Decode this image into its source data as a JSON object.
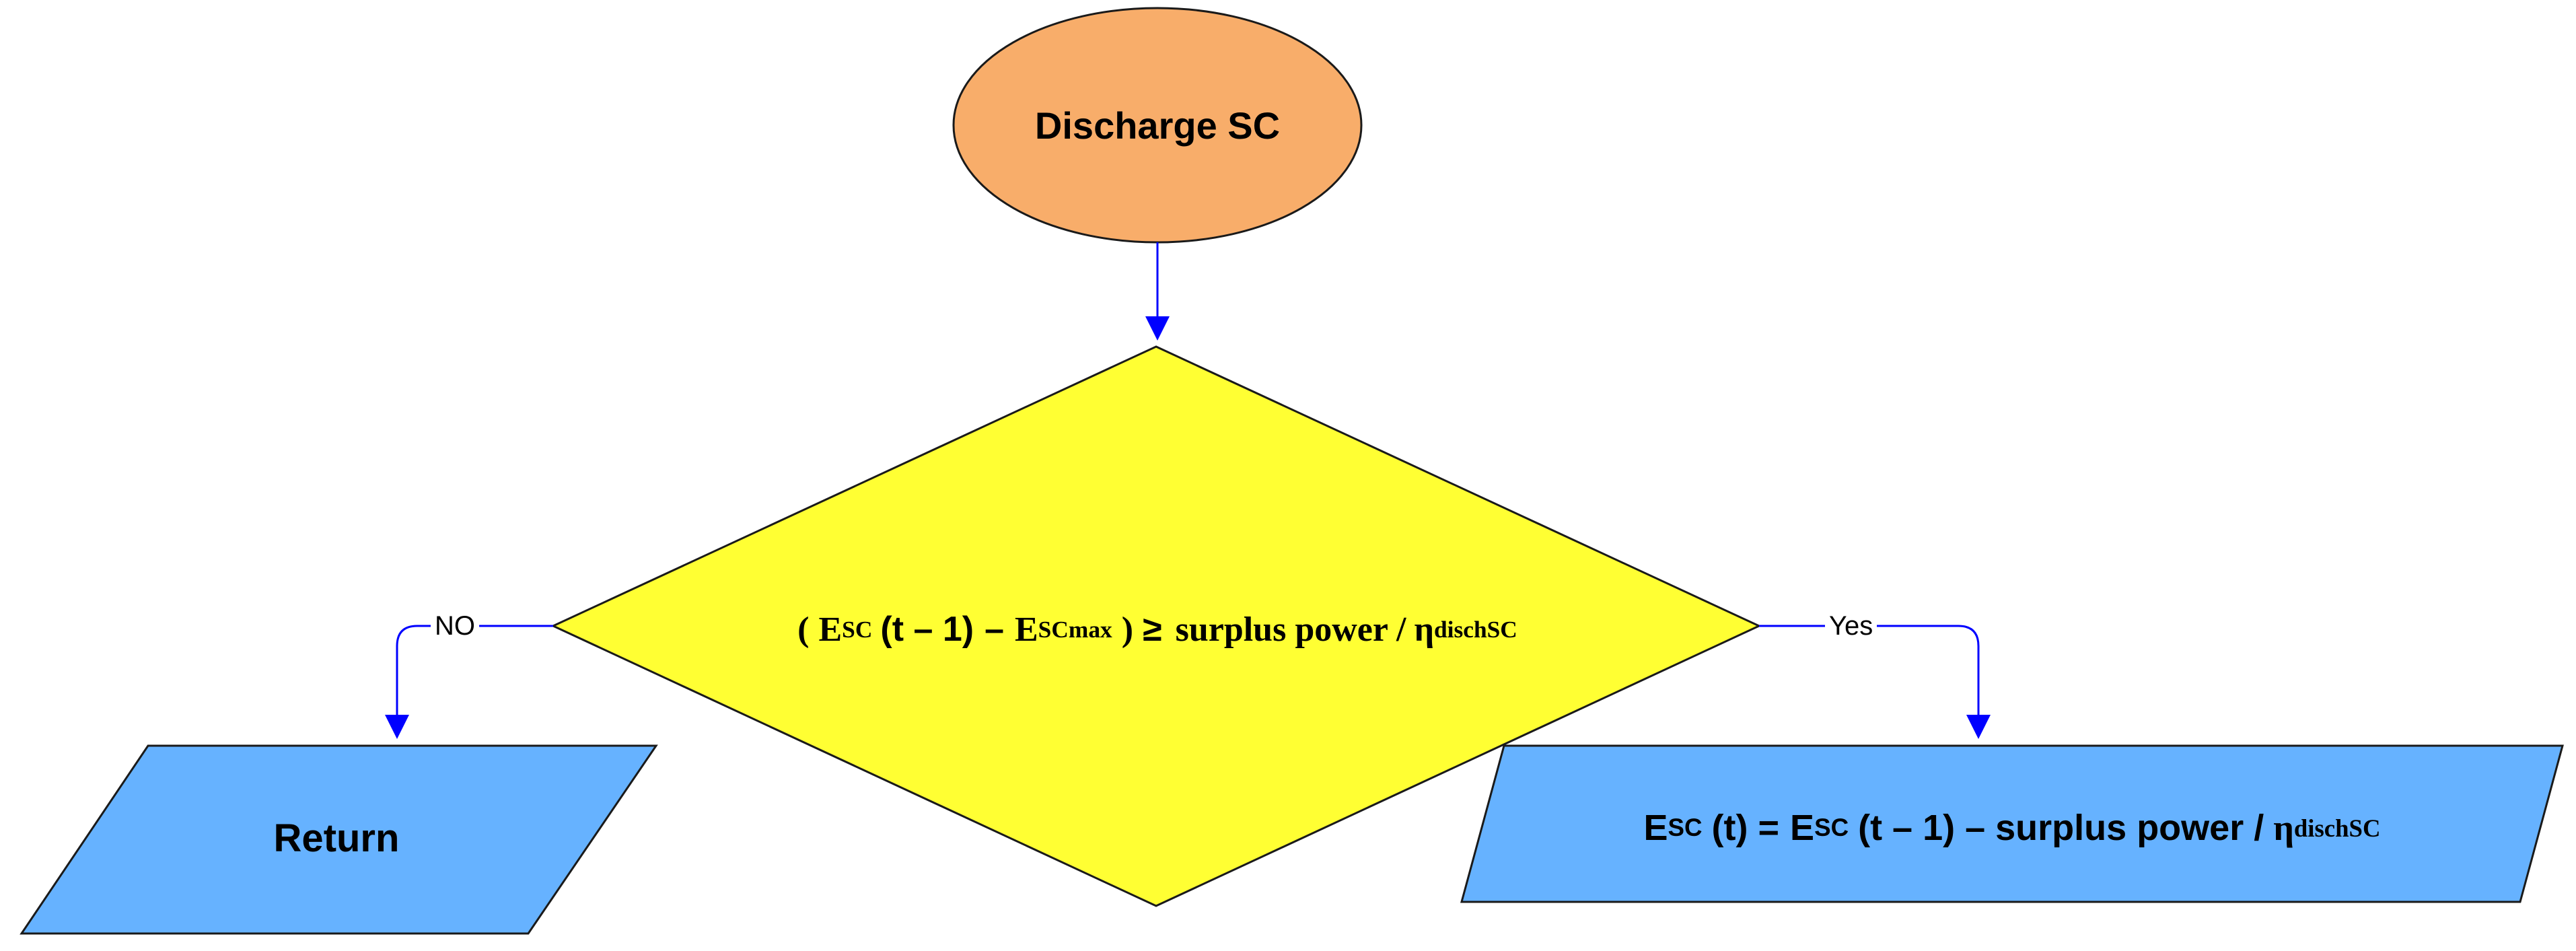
{
  "colors": {
    "start_fill": "#F8AD6A",
    "decision_fill": "#FFFF33",
    "io_fill": "#66B2FF",
    "connector": "#0000FF",
    "stroke": "#1A1A1A"
  },
  "nodes": {
    "start": {
      "label": "Discharge SC",
      "shape": "ellipse"
    },
    "decision": {
      "shape": "diamond",
      "open_paren": "(",
      "e_main": "E",
      "e_sub": "SC",
      "t_minus_1": "(t – 1)",
      "minus": "–",
      "emax_main": "E",
      "emax_sub": "SC",
      "emax_sup": "max",
      "close_paren": ")",
      "geq": "≥",
      "rhs_text": "surplus power /",
      "eta": "η",
      "eta_sub": "disch",
      "eta_sup": "SC"
    },
    "return": {
      "label": "Return",
      "shape": "parallelogram"
    },
    "update": {
      "shape": "parallelogram",
      "e1_main": "E",
      "e1_sub": "SC",
      "e1_arg": "(t) =",
      "e2_main": "E",
      "e2_sub": "SC",
      "e2_arg": "(t – 1) – surplus power /",
      "eta": "η",
      "eta_sub": "disch",
      "eta_sup": "SC"
    }
  },
  "edges": {
    "no_label": "NO",
    "yes_label": "Yes"
  }
}
